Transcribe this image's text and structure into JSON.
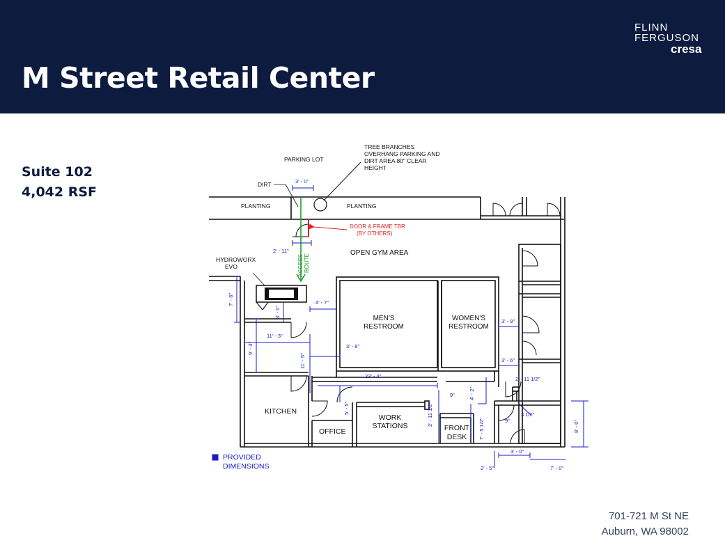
{
  "header": {
    "title": "M Street Retail Center",
    "logo": {
      "line1": "FLINN",
      "line2": "FERGUSON",
      "line3": "cresa"
    }
  },
  "suite": {
    "name": "Suite 102",
    "area": "4,042 RSF"
  },
  "address": {
    "line1": "701-721 M St NE",
    "line2": "Auburn, WA 98002"
  },
  "colors": {
    "header_bg": "#0d1b3e",
    "dimension": "#1a1acc",
    "access_route": "#1f9e2a",
    "demolition": "#e02020"
  },
  "plan": {
    "labels": {
      "parking_lot": "PARKING LOT",
      "tree_note": [
        "TREE BRANCHES",
        "OVERHANG PARKING AND",
        "DIRT AREA 80\" CLEAR",
        "HEIGHT"
      ],
      "dirt": "DIRT",
      "planting_left": "PLANTING",
      "planting_right": "PLANTING",
      "door_note": [
        "DOOR & FRAME TBR",
        "(BY OTHERS)"
      ],
      "open_gym": "OPEN GYM AREA",
      "hydroworx": [
        "HYDROWORX",
        "EVO"
      ],
      "access_route": [
        "ACCESS",
        "ROUTE"
      ],
      "mens": [
        "MEN'S",
        "RESTROOM"
      ],
      "womens": [
        "WOMEN'S",
        "RESTROOM"
      ],
      "kitchen": "KITCHEN",
      "office": "OFFICE",
      "work_stations": [
        "WORK",
        "STATIONS"
      ],
      "front_desk": [
        "FRONT",
        "DESK"
      ]
    },
    "dimensions": {
      "d_3_0_top": "3' - 0\"",
      "d_2_11": "2' - 11\"",
      "d_7_6": "7' - 6\"",
      "d_3_0_mid": "3' - 0\"",
      "d_4_7": "4' - 7\"",
      "d_11_3": "11' - 3\"",
      "d_9_3": "9' - 3\"",
      "d_11_5": "11' - 5\"",
      "d_3_8": "3' - 8\"",
      "d_23_4": "23' - 4\"",
      "d_5_5": "5' - 5\"",
      "d_3_9": "3' - 9\"",
      "d_3_6": "3' - 6\"",
      "d_2_11_half_right": "2' - 11 1/2\"",
      "d_4_2": "4' - 2\"",
      "d_2_11_half_mid": "2' - 11 1/2\"",
      "d_7_5_half": "7' - 5 1/2\"",
      "d_9in_a": "9\"",
      "d_9in_b": "9\"",
      "d_3_half": "3 1/2\"",
      "d_8_0": "8' - 0\"",
      "d_3_0_bottom": "3' - 0\"",
      "d_2_5": "2' - 5\"",
      "d_7_0": "7' - 0\""
    },
    "legend": [
      "PROVIDED",
      "DIMENSIONS"
    ]
  }
}
